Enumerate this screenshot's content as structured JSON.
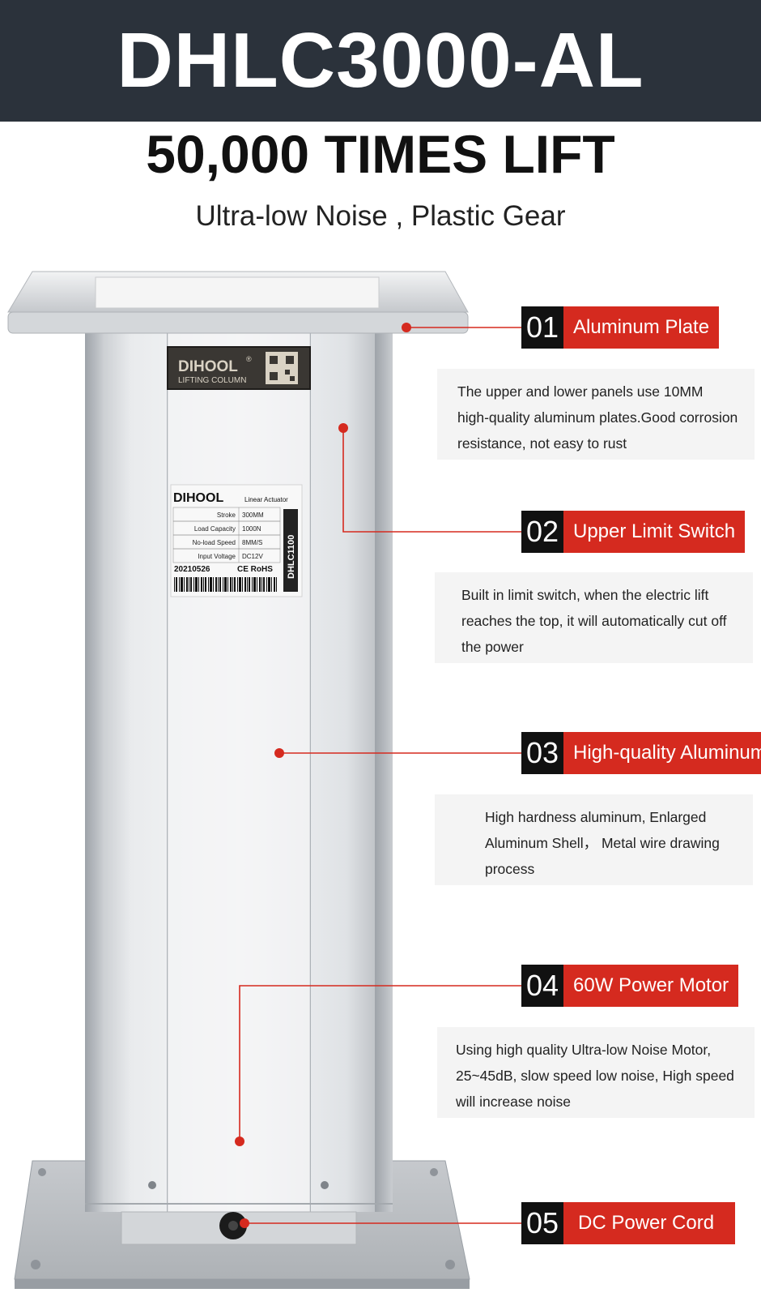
{
  "header": {
    "title": "DHLC3000-AL"
  },
  "headline": "50,000 TIMES LIFT",
  "subline": "Ultra-low Noise , Plastic Gear",
  "product": {
    "brand_plate": {
      "brand": "DIHOOL",
      "sub": "LIFTING COLUMN",
      "registered": "®"
    },
    "label": {
      "brand": "DIHOOL",
      "type": "Linear Actuator",
      "rows": [
        {
          "k": "Stroke",
          "v": "300MM"
        },
        {
          "k": "Load Capacity",
          "v": "1000N"
        },
        {
          "k": "No-load Speed",
          "v": "8MM/S"
        },
        {
          "k": "Input Voltage",
          "v": "DC12V"
        }
      ],
      "date": "20210526",
      "cert": "CE RoHS",
      "model": "DHLC1100"
    }
  },
  "features": [
    {
      "num": "01",
      "title": "Aluminum Plate",
      "lines": [
        "The upper and lower panels use 10MM",
        "high-quality aluminum plates.Good corrosion",
        "resistance, not easy to rust"
      ]
    },
    {
      "num": "02",
      "title": "Upper Limit Switch",
      "lines": [
        "Built in limit switch, when the electric lift",
        "reaches the top, it will automatically cut off",
        "the power"
      ]
    },
    {
      "num": "03",
      "title": "High-quality Aluminum",
      "lines": [
        "High hardness aluminum, Enlarged",
        "Aluminum Shell， Metal wire drawing",
        "process"
      ]
    },
    {
      "num": "04",
      "title": "60W Power Motor",
      "lines": [
        "Using high quality Ultra-low Noise Motor,",
        "25~45dB, slow speed low noise, High speed",
        "will increase noise"
      ]
    },
    {
      "num": "05",
      "title": "DC Power Cord"
    }
  ],
  "colors": {
    "accent": "#d52a1f",
    "dark": "#2b323b",
    "black": "#111111"
  }
}
